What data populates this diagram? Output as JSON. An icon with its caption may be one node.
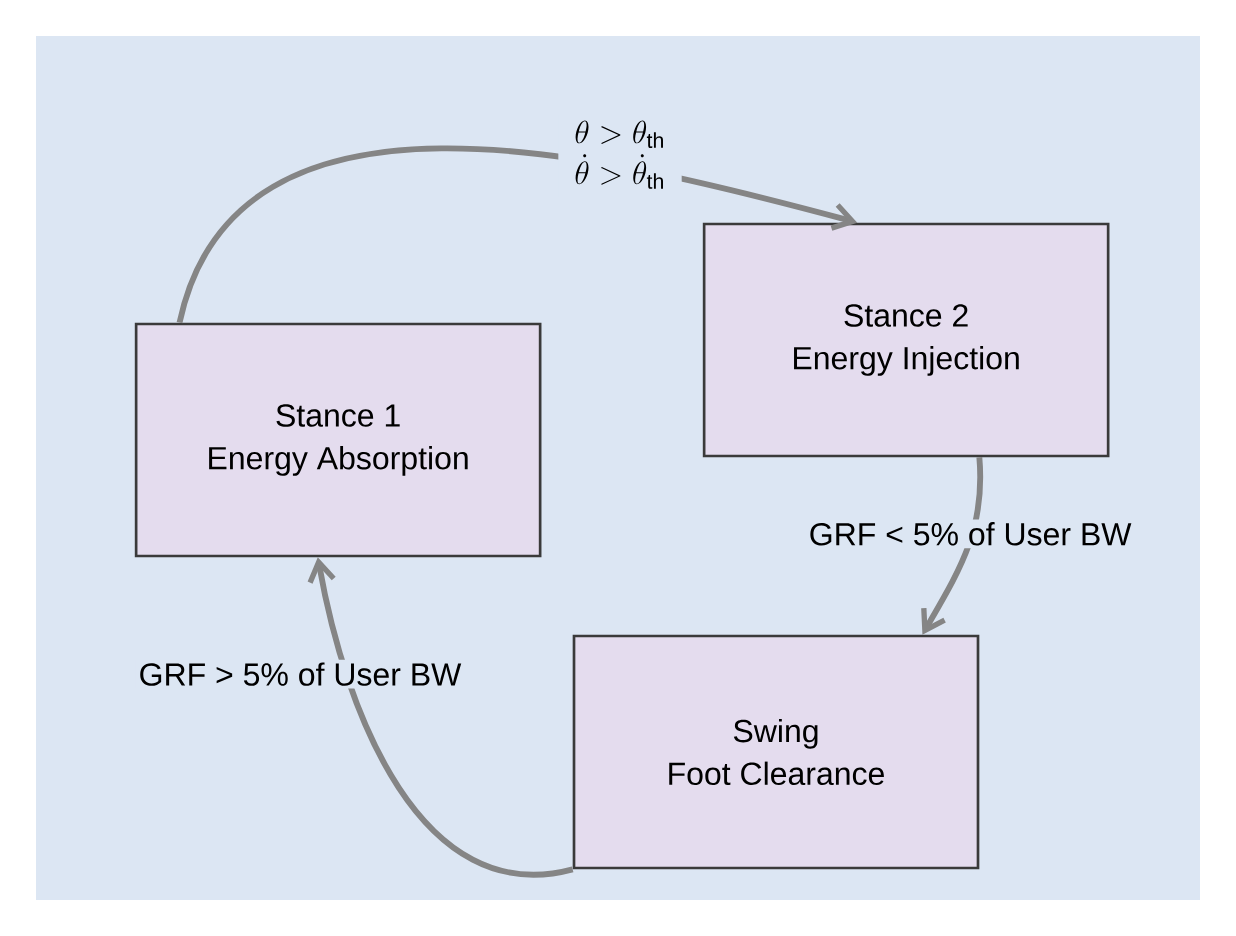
{
  "diagram": {
    "nodes": [
      {
        "text": [
          "Stance 1",
          "Energy Absorption"
        ]
      },
      {
        "text": [
          "Stance 2",
          "Energy Injection"
        ]
      },
      {
        "text": [
          "Swing",
          "Foot Clearance"
        ]
      }
    ],
    "edges": [
      {
        "from": 0,
        "to": 1,
        "arrow": "to",
        "label": "\\begin{array}{c}\\theta > \\theta_{\\mathrm{th}}\\\\ \\dot{\\theta} > \\dot{\\theta}_{\\mathrm{th}}\\end{array}"
      },
      {
        "from": 1,
        "to": 2,
        "arrow": "to",
        "label": "GRF < 5% of User BW"
      },
      {
        "from": 2,
        "to": 0,
        "arrow": "to",
        "label": "GRF > 5% of User BW"
      }
    ]
  }
}
